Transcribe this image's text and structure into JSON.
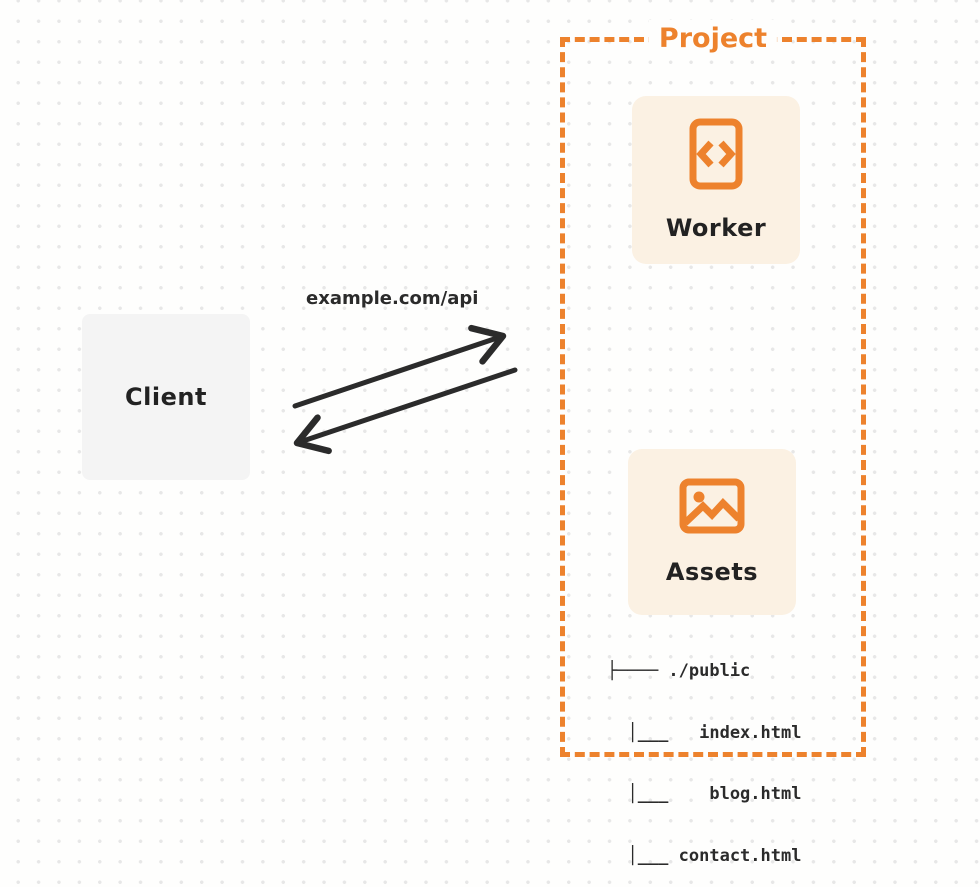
{
  "colors": {
    "accent_orange": "#ed822d",
    "card_background": "#fbf1e3",
    "client_background": "#f4f4f4",
    "ink": "#2b2b2b",
    "page_background": "#fefefd",
    "dot_grid": "#e7e7e7"
  },
  "client": {
    "label": "Client"
  },
  "request": {
    "label": "example.com/api"
  },
  "project": {
    "title": "Project",
    "worker": {
      "label": "Worker",
      "icon": "code-file-icon"
    },
    "assets": {
      "label": "Assets",
      "icon": "image-icon"
    },
    "file_tree": {
      "lines": [
        "├──── ./public",
        "  │___   index.html",
        "  │___    blog.html",
        "  │___ contact.html"
      ]
    }
  }
}
